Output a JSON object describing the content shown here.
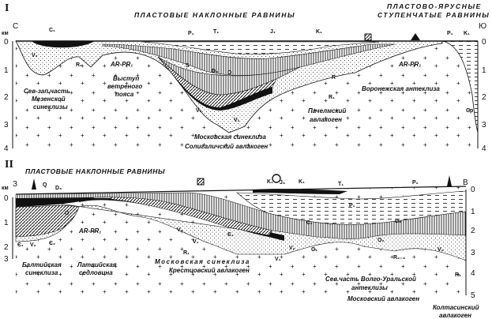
{
  "section_1": {
    "numeral": "I",
    "heading_left": "ПЛАСТОВЫЕ НАКЛОННЫЕ РАВНИНЫ",
    "heading_right_1": "ПЛАСТОВО-ЯРУСНЫЕ",
    "heading_right_2": "СТУПЕНЧАТЫЕ РАВНИНЫ",
    "dir_left": "С",
    "dir_right": "Ю",
    "unit": "км",
    "depth_ticks": [
      "0",
      "1",
      "2",
      "3",
      "4"
    ],
    "regions": [
      {
        "lines": [
          "Сев-зап.часть",
          "Мезенской",
          "синеклизы"
        ]
      },
      {
        "lines": [
          "Выступ",
          "ветреного",
          "пояса"
        ]
      },
      {
        "lines": [
          "Московская синеклиза",
          "Солигаличский авлакоген"
        ]
      },
      {
        "lines": [
          "Пачелмский",
          "авлакоген"
        ]
      },
      {
        "lines": [
          "Воронежская антеклиза"
        ]
      }
    ],
    "basement": "AR-PR₁",
    "strata": [
      "C₁",
      "P₁",
      "T₁",
      "J₁",
      "K₁",
      "P₁",
      "K₁",
      "V₂",
      "R₁",
      "R",
      "D₃",
      "S",
      "O",
      "V₂",
      "V₁",
      "R₁",
      "Cр"
    ]
  },
  "section_2": {
    "numeral": "II",
    "heading": "ПЛАСТОВЫЕ НАКЛОННЫЕ РАВНИНЫ",
    "dir_left": "З",
    "dir_right": "В",
    "unit": "км",
    "depth_ticks_left": [
      "0",
      "1",
      "2",
      "3"
    ],
    "depth_ticks_right": [
      "0",
      "1",
      "2",
      "3",
      "4",
      "5"
    ],
    "regions": [
      {
        "lines": [
          "Балтийская",
          "синеклиза"
        ]
      },
      {
        "lines": [
          "Латвийская",
          "седловина"
        ]
      },
      {
        "lines": [
          "Московская синеклиза",
          "Крестцовский авлакоген"
        ]
      },
      {
        "lines": [
          "Сев.часть Волго-Уральской",
          "антеклизы"
        ]
      },
      {
        "lines": [
          "Московский авлакоген"
        ]
      },
      {
        "lines": [
          "Колтасинский",
          "авлакоген"
        ]
      }
    ],
    "basement": "AR-PR₁",
    "strata": [
      "Q",
      "D₃",
      "O",
      "Є₁",
      "V₂",
      "Є₂",
      "V₂",
      "V₁",
      "Є₁",
      "R₁",
      "K₁",
      "J₃",
      "K₁",
      "T₁",
      "P₂",
      "D₃",
      "C₁",
      "P₁",
      "V₂",
      "V₁",
      "C₁",
      "O₂",
      "R₂₋₃",
      "V₂",
      "R₁"
    ]
  },
  "colors": {
    "ink": "#111111",
    "paper": "#ffffff"
  }
}
